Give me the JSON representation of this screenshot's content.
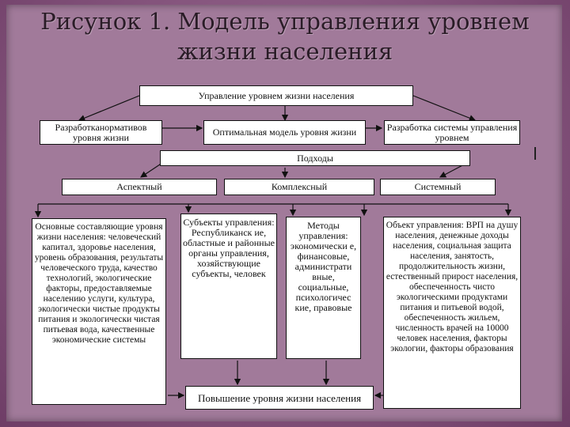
{
  "title": {
    "line1": "Рисунок 1. Модель управления уровнем",
    "line2": "жизни населения"
  },
  "diagram": {
    "top": "Управление уровнем жизни населения",
    "row2": {
      "left": "Разработканормативов уровня жизни",
      "center": "Оптимальная модель уровня жизни",
      "right": "Разработка системы управления уровнем"
    },
    "approaches": "Подходы",
    "row3": {
      "left": "Аспектный",
      "center": "Комплексный",
      "right": "Системный"
    },
    "details": {
      "components": "Основные составляющие уровня жизни населения: человеческий капитал, здоровье населения, уровень образования, результаты человеческого труда, качество технологий, экологические факторы, предоставляемые населению услуги, культура, экологически чистые продукты питания и экологически чистая питьевая вода, качественные экономические системы",
      "subjects": "Субъекты управления: Республиканск ие, областные и районные органы управления, хозяйствующие субъекты, человек",
      "methods": "Методы управления: экономически е, финансовые, администрати вные, социальные, психологичес кие, правовые",
      "object": "Объект управления: ВРП на душу населения, денежные доходы населения, социальная защита населения, занятость, продолжительность жизни, естественный прирост населения, обеспеченность чисто экологическими продуктами питания и питьевой водой, обеспеченность жильем, численность врачей на 10000 человек населения, факторы экологии, факторы образования"
    },
    "result": "Повышение уровня жизни населения"
  }
}
